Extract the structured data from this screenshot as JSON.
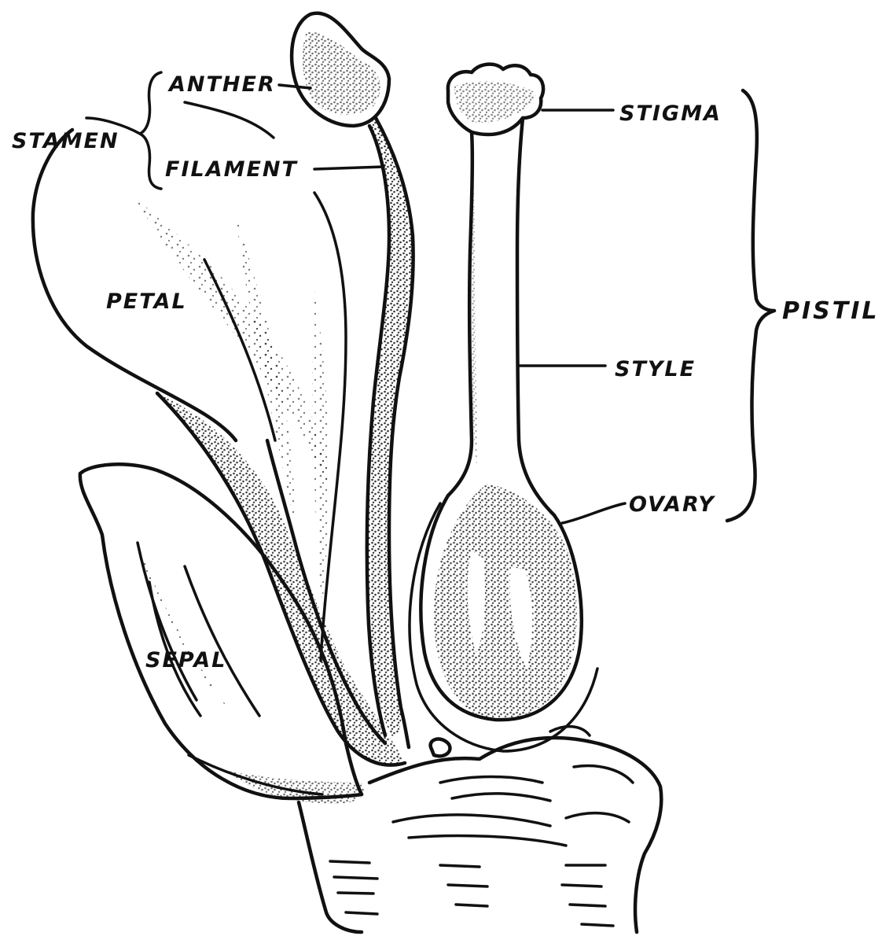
{
  "labels": {
    "anther": "ANTHER",
    "stamen": "STAMEN",
    "filament": "FILAMENT",
    "stigma": "STIGMA",
    "pistil": "PISTIL",
    "petal": "PETAL",
    "style": "STYLE",
    "ovary": "OVARY",
    "sepal": "SEPAL"
  },
  "colors": {
    "ink": "#111111",
    "paper": "#ffffff"
  }
}
